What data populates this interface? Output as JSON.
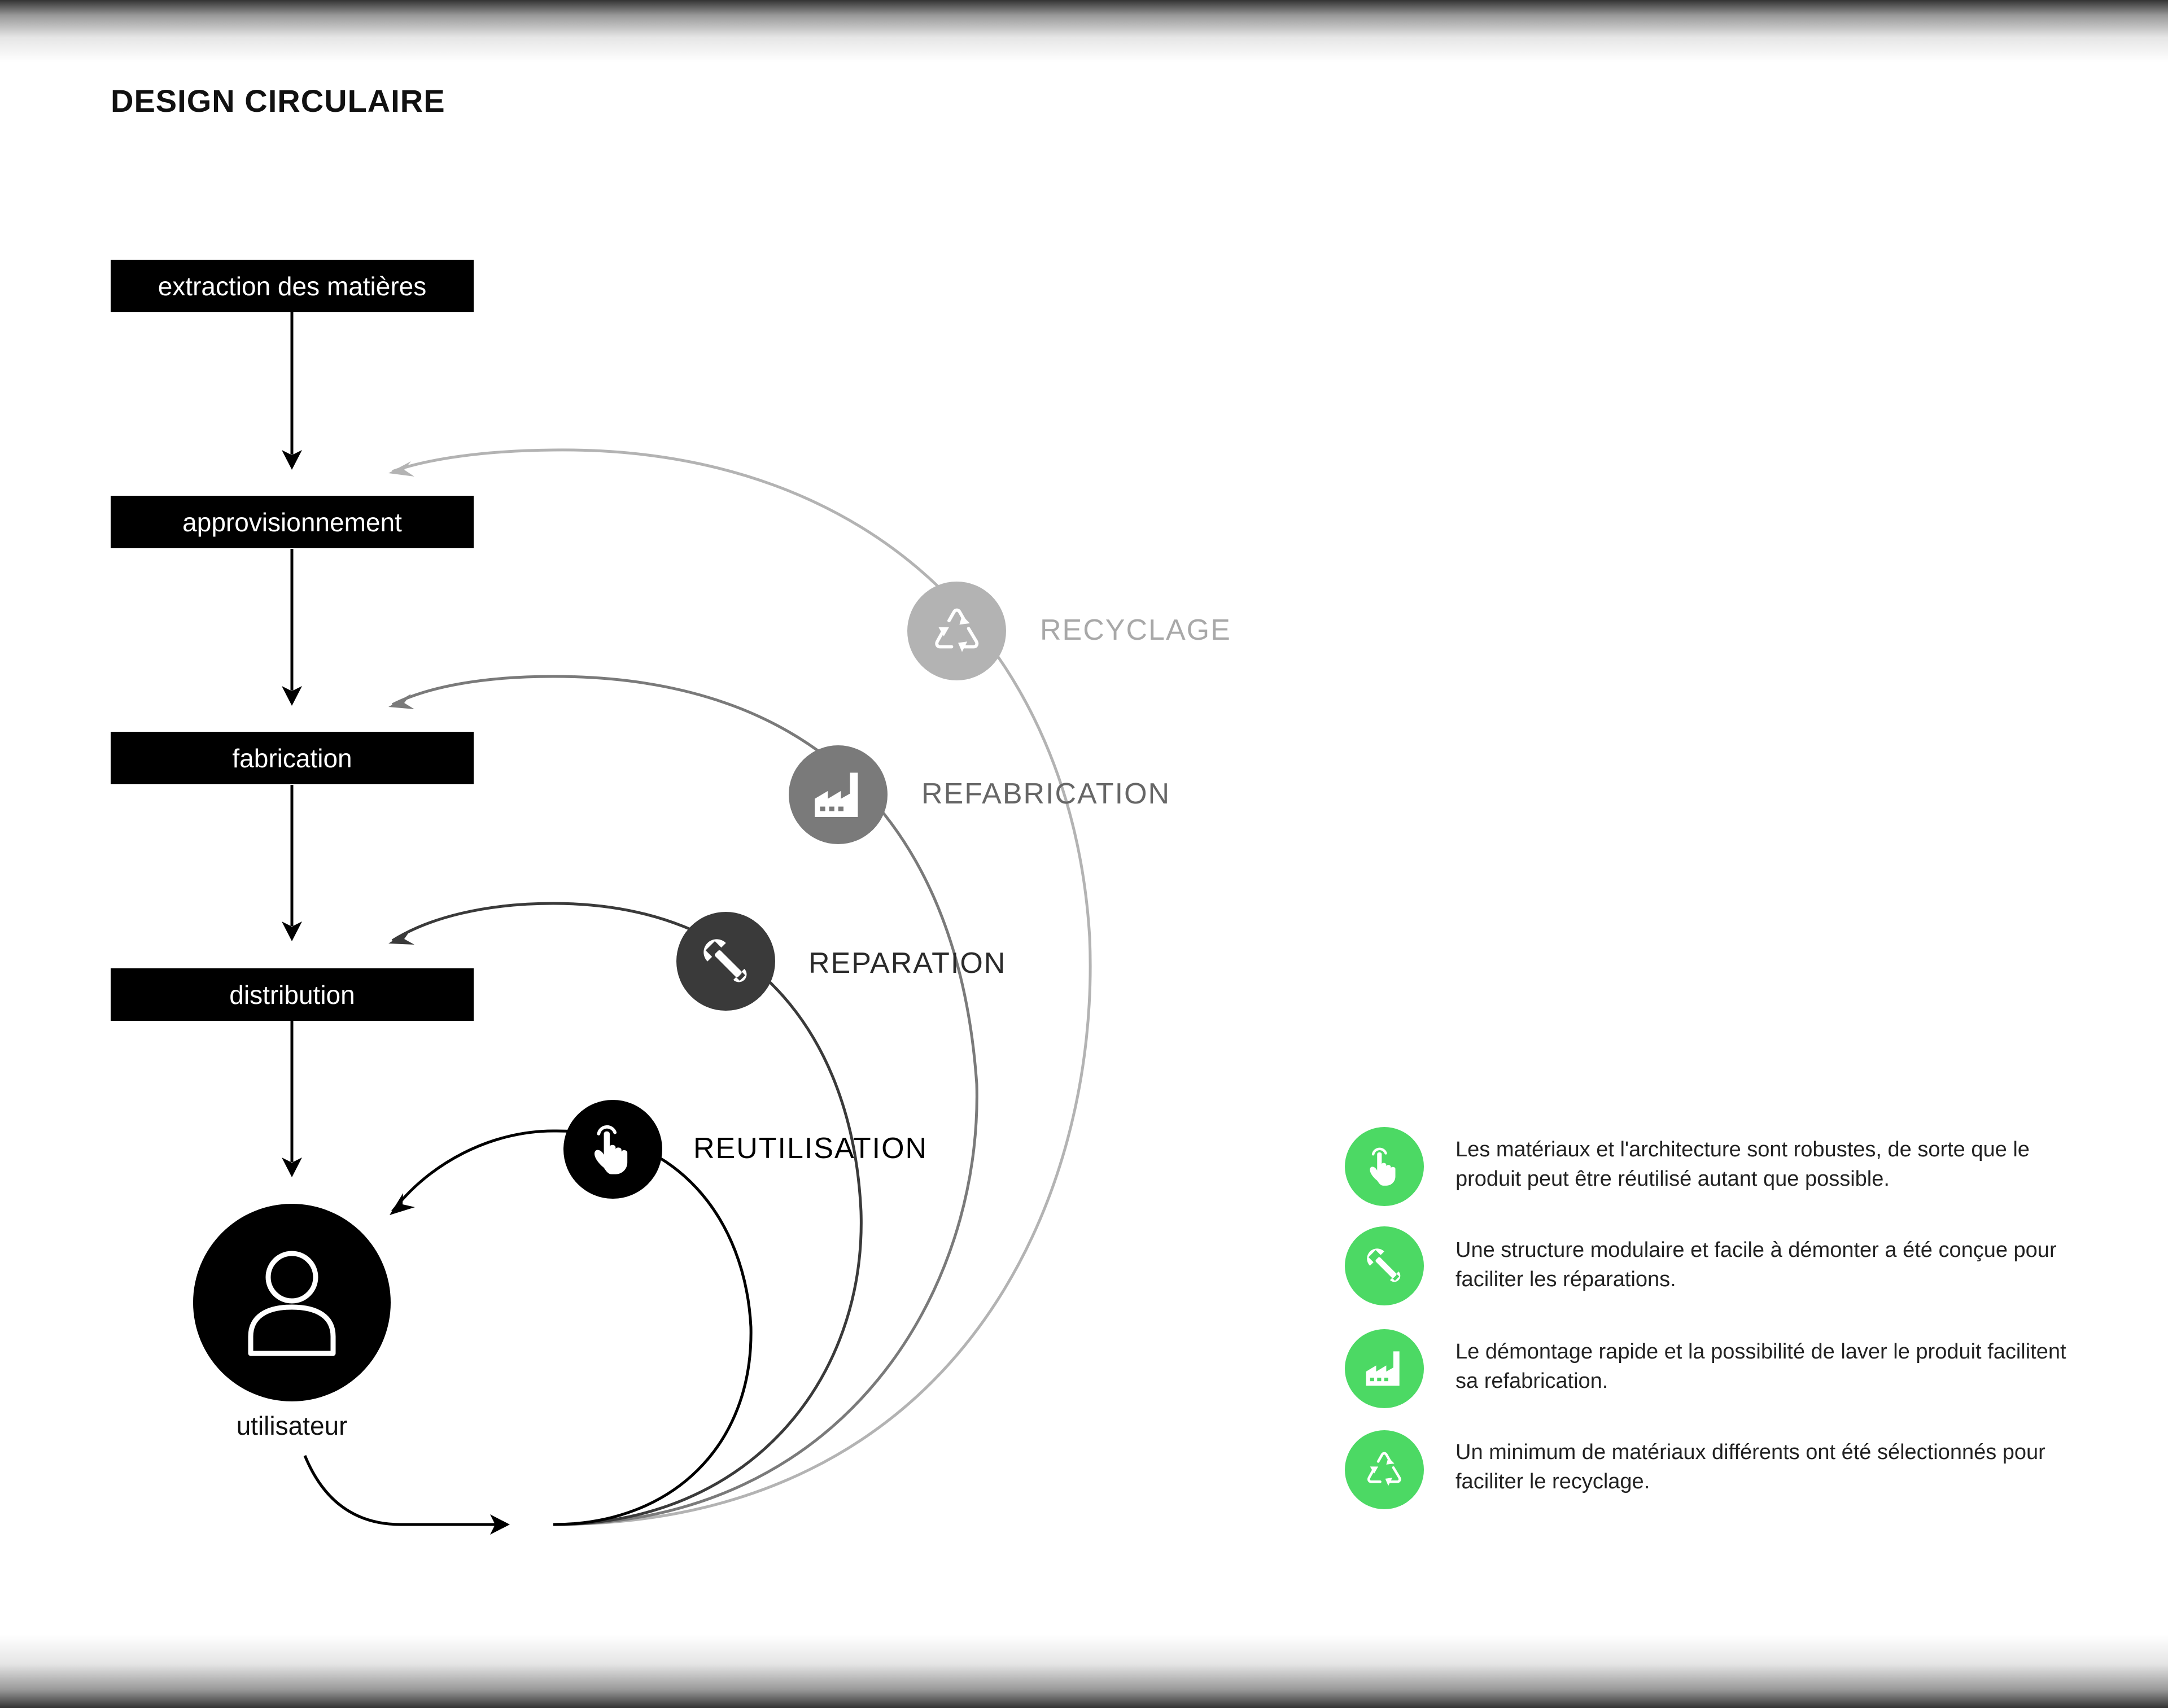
{
  "title": "DESIGN CIRCULAIRE",
  "steps": [
    {
      "label": "extraction des matières"
    },
    {
      "label": "approvisionnement"
    },
    {
      "label": "fabrication"
    },
    {
      "label": "distribution"
    }
  ],
  "user": {
    "label": "utilisateur",
    "icon": "user-icon"
  },
  "cycles": [
    {
      "label": "REUTILISATION",
      "icon": "hand-pointer-icon",
      "color": "#000000"
    },
    {
      "label": "REPARATION",
      "icon": "wrench-icon",
      "color": "#3a3a3a"
    },
    {
      "label": "REFABRICATION",
      "icon": "factory-icon",
      "color": "#7a7a7a"
    },
    {
      "label": "RECYCLAGE",
      "icon": "recycle-icon",
      "color": "#b3b3b3"
    }
  ],
  "legend": {
    "accent": "#4cd964",
    "items": [
      {
        "icon": "hand-pointer-icon",
        "text": "Les matériaux et l'architecture sont robustes, de sorte que le produit peut être réutilisé autant que possible."
      },
      {
        "icon": "wrench-icon",
        "text": "Une structure modulaire et facile à démonter a été conçue pour faciliter les réparations."
      },
      {
        "icon": "factory-icon",
        "text": "Le démontage rapide et la possibilité de laver le produit facilitent sa refabrication."
      },
      {
        "icon": "recycle-icon",
        "text": "Un minimum de matériaux différents ont été sélectionnés pour faciliter le recyclage."
      }
    ]
  }
}
